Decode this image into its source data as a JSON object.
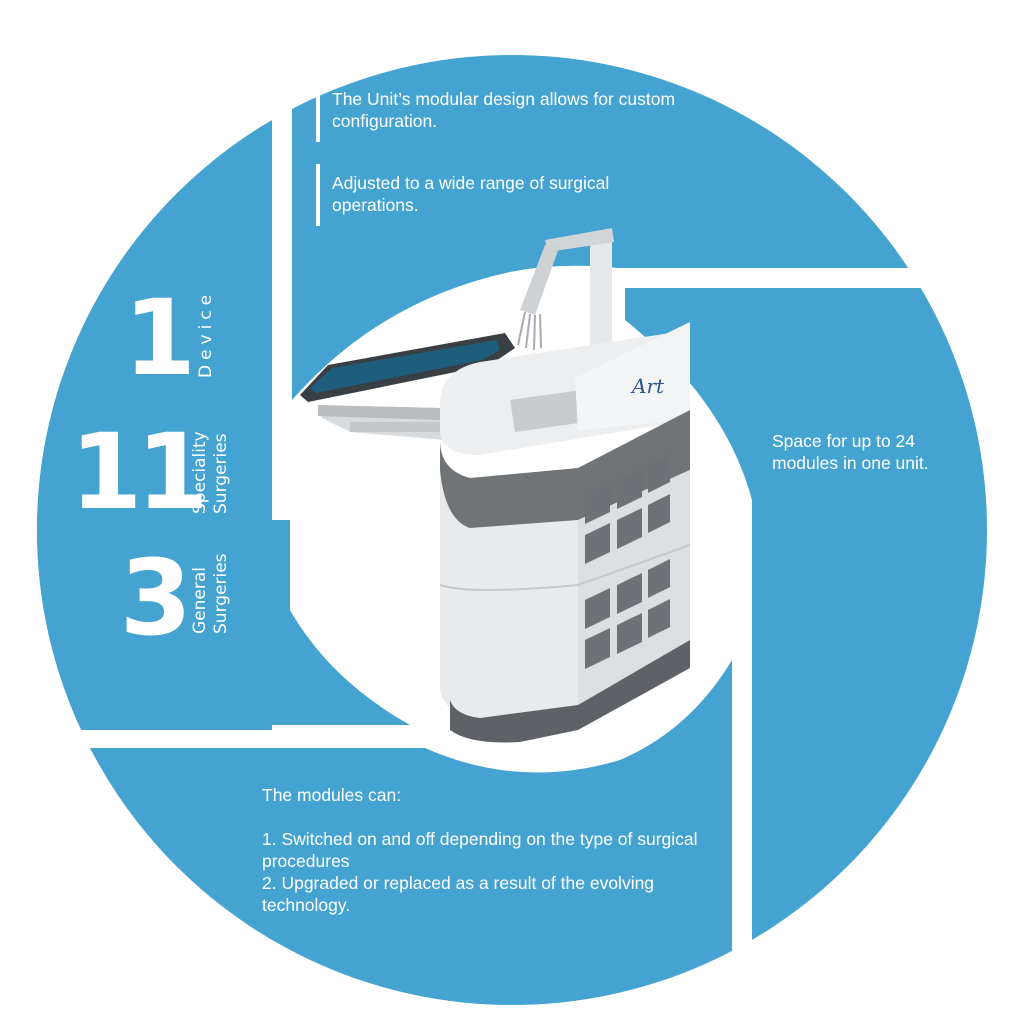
{
  "colors": {
    "accent_blue": "#44a3d1",
    "background": "#ffffff",
    "text": "#ffffff",
    "device_white": "#eaeced",
    "device_gray": "#707477"
  },
  "top_notes": [
    "The Unit’s modular design allows for custom configuration.",
    "Adjusted to a wide range of surgical operations."
  ],
  "stats": [
    {
      "number": "1",
      "label_line1": "Device",
      "label_line2": ""
    },
    {
      "number": "11",
      "label_line1": "Speciality",
      "label_line2": "Surgeries"
    },
    {
      "number": "3",
      "label_line1": "General",
      "label_line2": "Surgeries"
    }
  ],
  "right_note": "Space for up to 24 modules in one unit.",
  "bottom_note": {
    "heading": "The modules can:",
    "item1": "1. Switched on and off depending on the type of surgical procedures",
    "item2": "2. Upgraded or replaced as a result of the evolving technology."
  },
  "device": {
    "logo_text": "Art"
  }
}
